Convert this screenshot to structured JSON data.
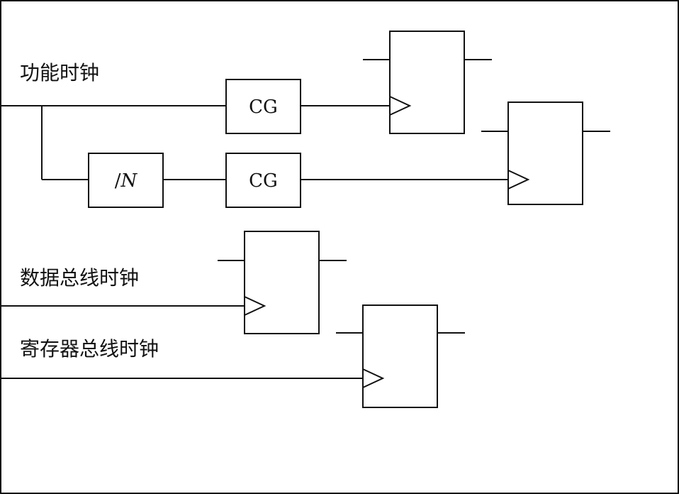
{
  "clock_domains": {
    "functional_clock": "功能时钟",
    "data_bus_clock": "数据总线时钟",
    "register_bus_clock": "寄存器总线时钟"
  },
  "blocks": {
    "clock_gate_top": "CG",
    "clock_gate_bottom": "CG",
    "divider_slash": "/",
    "divider_n": "N"
  },
  "colors": {
    "stroke": "#111111",
    "background": "#ffffff"
  }
}
